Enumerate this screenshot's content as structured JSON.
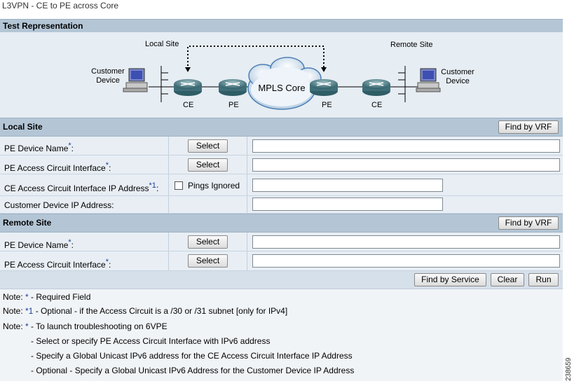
{
  "page_title": "L3VPN - CE to PE across Core",
  "test_representation": {
    "header": "Test Representation",
    "local_site_label": "Local Site",
    "remote_site_label": "Remote Site",
    "customer_device_left": [
      "Customer",
      "Device"
    ],
    "customer_device_right": [
      "Customer",
      "Device"
    ],
    "mpls_core": "MPLS Core",
    "node_labels": [
      "CE",
      "PE",
      "PE",
      "CE"
    ]
  },
  "local_site": {
    "header": "Local Site",
    "find_by_vrf": "Find by VRF",
    "rows": [
      {
        "label": "PE Device Name",
        "marker": "*",
        "suffix": ":",
        "button": "Select",
        "value": ""
      },
      {
        "label": "PE Access Circuit Interface",
        "marker": "*",
        "suffix": ":",
        "button": "Select",
        "value": ""
      },
      {
        "label": "CE Access Circuit Interface IP Address",
        "marker": "*1",
        "suffix": ":",
        "checkbox_label": "Pings Ignored",
        "checked": false,
        "value": ""
      },
      {
        "label": "Customer Device IP Address:",
        "value": ""
      }
    ]
  },
  "remote_site": {
    "header": "Remote Site",
    "find_by_vrf": "Find by VRF",
    "rows": [
      {
        "label": "PE Device Name",
        "marker": "*",
        "suffix": ":",
        "button": "Select",
        "value": ""
      },
      {
        "label": "PE Access Circuit Interface",
        "marker": "*",
        "suffix": ":",
        "button": "Select",
        "value": ""
      }
    ]
  },
  "actions": {
    "find_by_service": "Find by Service",
    "clear": "Clear",
    "run": "Run"
  },
  "notes": {
    "n1_prefix": "Note: ",
    "n1_sym": "*",
    "n1_text": " - Required Field",
    "n2_prefix": "Note: ",
    "n2_sym": "*1",
    "n2_text": " - Optional - if the Access Circuit is a /30 or /31 subnet [only for IPv4]",
    "n3_prefix": "Note: ",
    "n3_sym": "*",
    "n3_text": " - To launch troubleshooting on 6VPE",
    "bullets": [
      "- Select or specify PE Access Circuit Interface with IPv6 address",
      "- Specify a Global Unicast IPv6 address for the CE Access Circuit Interface IP Address",
      "- Optional - Specify a Global Unicast IPv6 Address for the Customer Device IP Address"
    ]
  },
  "figure_code": "238659",
  "colors": {
    "header_bg": "#b4c6d6",
    "row_bg": "#e8eef4",
    "required_marker": "#1b3d99",
    "router": "#3f6e78"
  }
}
